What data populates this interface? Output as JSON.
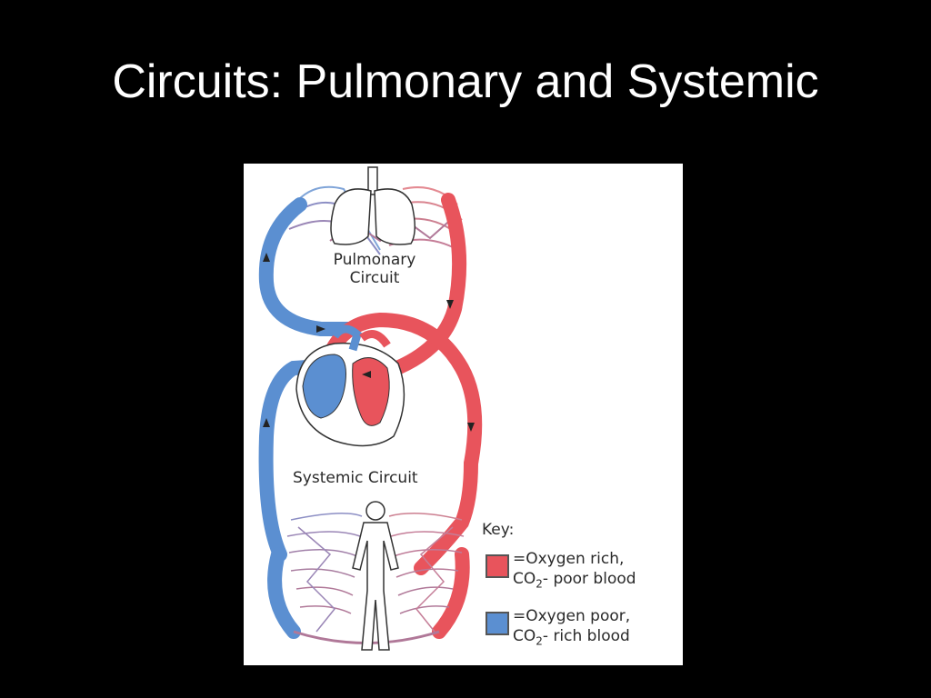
{
  "slide": {
    "title": "Circuits: Pulmonary and Systemic"
  },
  "diagram": {
    "pulmonary_label_line1": "Pulmonary",
    "pulmonary_label_line2": "Circuit",
    "systemic_label": "Systemic Circuit",
    "key": {
      "title": "Key:",
      "items": [
        {
          "line1": "=Oxygen rich,",
          "line2_prefix": "CO",
          "line2_sub": "2",
          "line2_suffix": "- poor blood",
          "color": "#e8545c"
        },
        {
          "line1": "=Oxygen poor,",
          "line2_prefix": "CO",
          "line2_sub": "2",
          "line2_suffix": "- rich blood",
          "color": "#5b8fd1"
        }
      ]
    },
    "colors": {
      "oxygen_rich": "#e8545c",
      "oxygen_poor": "#5b8fd1",
      "capillary": "#b07898",
      "outline": "#333333"
    }
  }
}
